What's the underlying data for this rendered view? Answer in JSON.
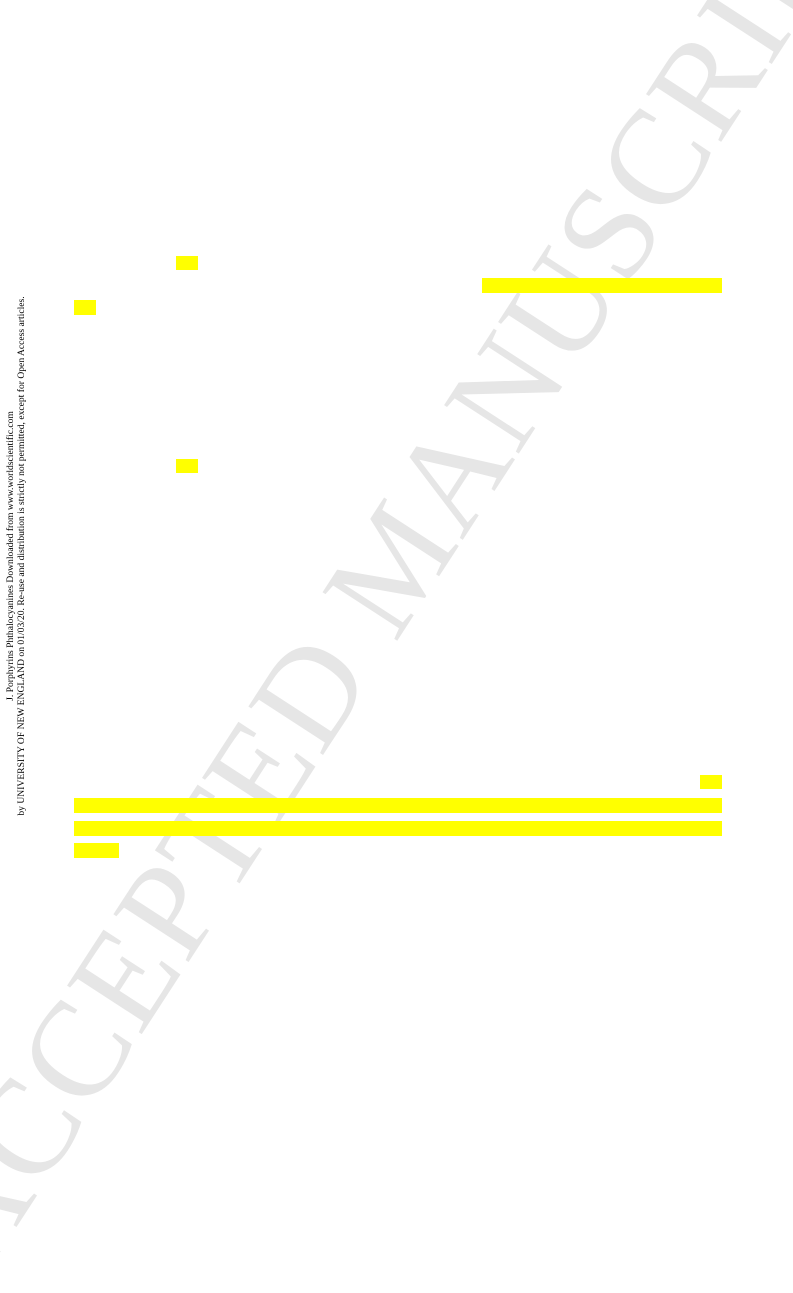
{
  "watermark": {
    "text": "ACCEPTED MANUSCRIPT"
  },
  "side_note": {
    "line1": "J. Porphyrins Phthalocyanines Downloaded from www.worldscientific.com",
    "line2": "by UNIVERSITY OF NEW ENGLAND on 01/03/20. Re-use and distribution is strictly not permitted, except for Open Access articles."
  },
  "colors": {
    "highlight": "#ffff00",
    "watermark": "#e6e6e6"
  }
}
